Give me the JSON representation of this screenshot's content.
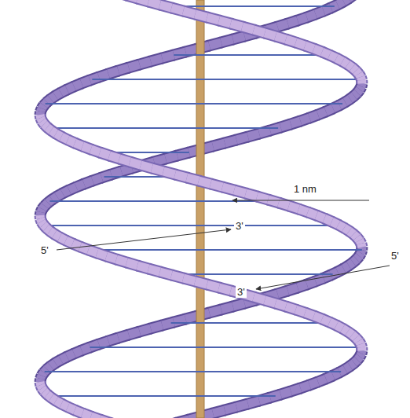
{
  "diagram": {
    "labels": [
      "1 nm",
      "3'",
      "5'",
      "5'",
      "3'"
    ]
  }
}
